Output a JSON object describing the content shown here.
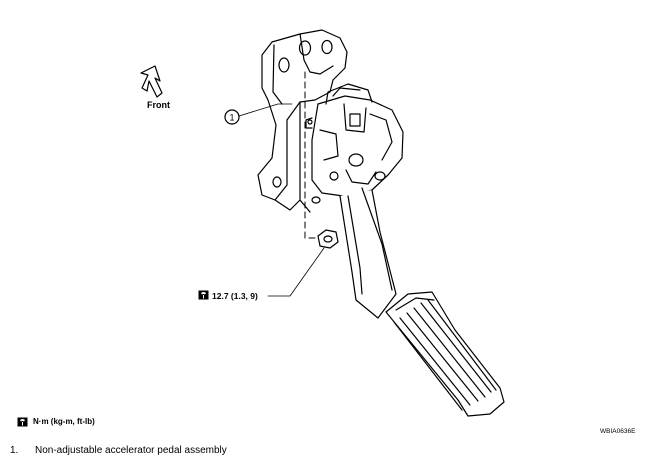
{
  "figure": {
    "front_label": "Front",
    "callout_1": "1",
    "torque_value": "12.7 (1.3, 9)",
    "legend_units": "N·m (kg-m, ft-lb)",
    "figure_code": "WBIA0636E"
  },
  "notes": [
    {
      "index": "1.",
      "text": "Non-adjustable accelerator pedal assembly"
    }
  ],
  "icons": {
    "front_direction": "arrow-icon",
    "torque": "torque-wrench-icon"
  }
}
